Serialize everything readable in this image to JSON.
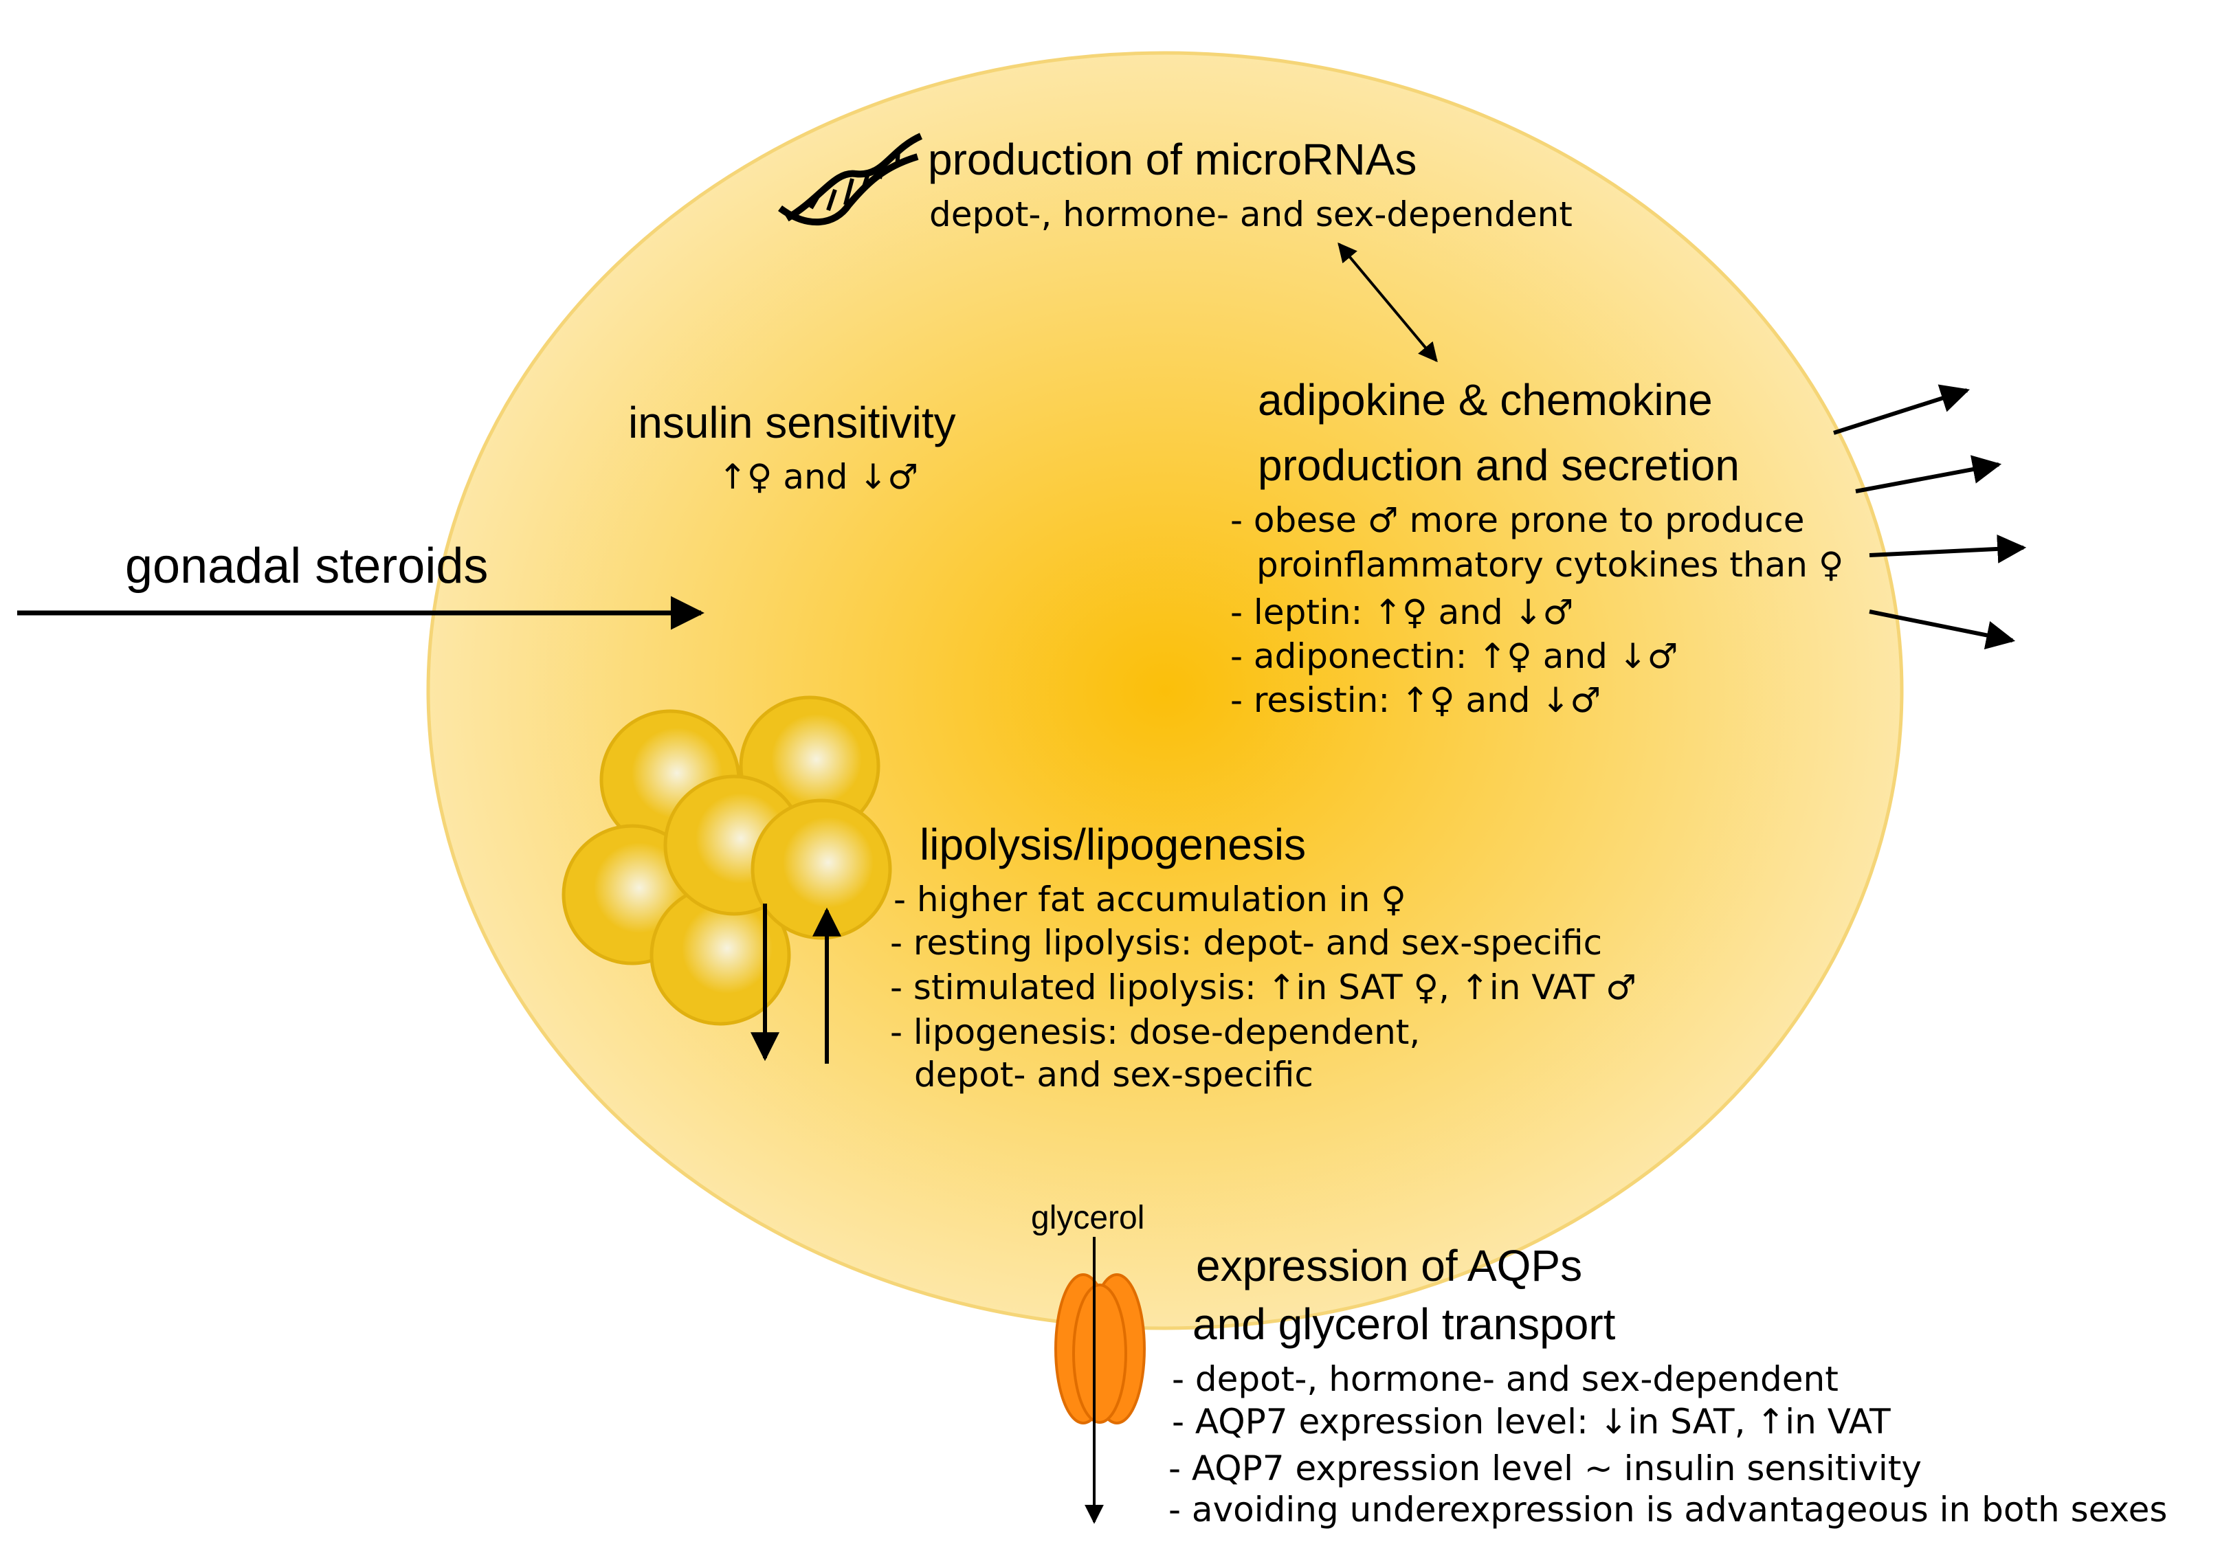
{
  "colors": {
    "cell_center": "#fbbf0a",
    "cell_edge": "#fde7a6",
    "cell_stroke": "#f5d577",
    "droplet": "#f0c21c",
    "aquaporin": "#ff8a12",
    "arrow": "#000000"
  },
  "icons": {
    "dna": "dna-helix-icon",
    "droplets": "lipid-droplet-cluster",
    "channel": "aquaporin-channel"
  },
  "input": {
    "label": "gonadal steroids"
  },
  "microrna": {
    "title": "production of microRNAs",
    "subtitle": "depot-, hormone- and sex-dependent"
  },
  "insulin": {
    "title": "insulin sensitivity",
    "detail": "↑♀ and ↓♂"
  },
  "adipokine": {
    "title_line1": "adipokine & chemokine",
    "title_line2": "production and secretion",
    "items": [
      "- obese ♂ more prone to produce",
      "proinflammatory cytokines than ♀",
      "- leptin: ↑♀ and ↓♂",
      "- adiponectin: ↑♀ and ↓♂",
      "- resistin: ↑♀ and ↓♂"
    ]
  },
  "lipolysis": {
    "title": "lipolysis/lipogenesis",
    "items": [
      "- higher fat accumulation in ♀",
      "- resting lipolysis: depot- and sex-specific",
      "- stimulated lipolysis: ↑in SAT ♀, ↑in VAT ♂",
      "- lipogenesis: dose-dependent,",
      "depot- and sex-specific"
    ]
  },
  "aqp": {
    "glycerol_label": "glycerol",
    "title_line1": "expression of AQPs",
    "title_line2": "and glycerol transport",
    "items": [
      "- depot-, hormone- and sex-dependent",
      "- AQP7 expression level: ↓in SAT, ↑in VAT",
      "- AQP7 expression level ~ insulin sensitivity",
      "- avoiding underexpression is advantageous in both sexes"
    ]
  }
}
